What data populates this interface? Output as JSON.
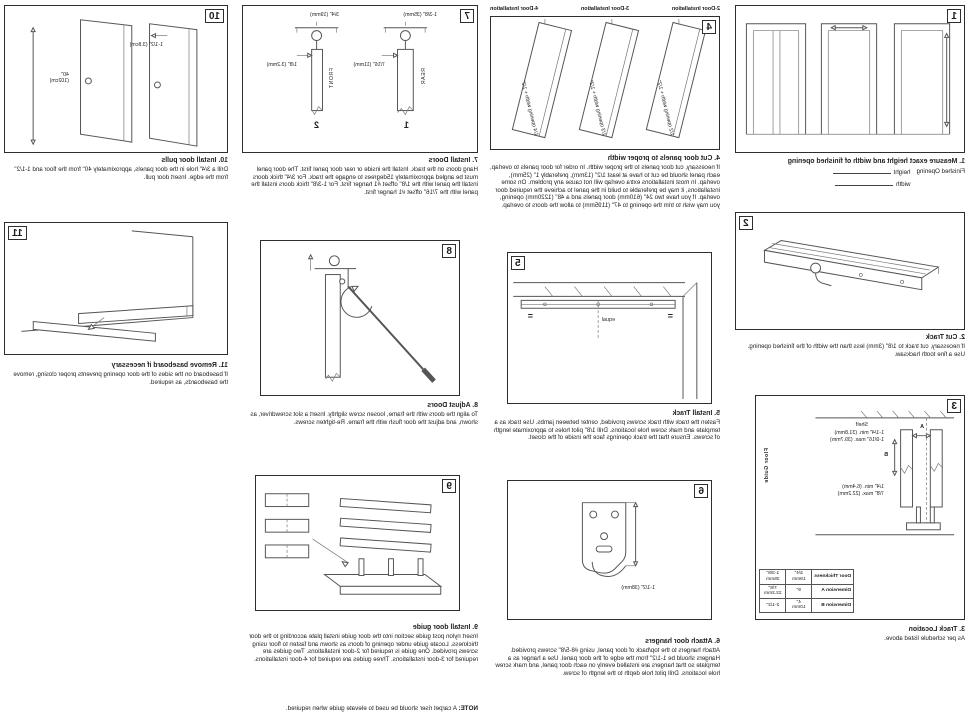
{
  "steps": [
    {
      "num": "1",
      "heading": "1. Measure exact height and width of finished opening",
      "label": "Finished Opening",
      "field1": "height",
      "field2": "width"
    },
    {
      "num": "2",
      "heading": "2. Cut Track",
      "body": "If necessary, cut track to 1/8\" (3mm) less than the width of the finished opening. Use a fine tooth hacksaw."
    },
    {
      "num": "3",
      "heading": "3. Track Location",
      "body": "As per schedule listed above."
    },
    {
      "num": "4",
      "heading": "4. Cut door panels to proper width",
      "body": "If necessary, cut door panels to the proper width. In order for door panels to overlap, each panel should be cut to have at least 1/2\" (13mm), preferably 1\" (25mm), overlap. In most installations extra overlap will not cause any problem. On some installations, it may be preferable to build in the panel to achieve the required door overlap. If you have two 24\" (610mm) door panels and a 48\" (1220mm) opening, you may wish to trim the opening to 47\" (1195mm) to allow the doors to overlap."
    },
    {
      "num": "5",
      "heading": "5. Install Track",
      "body": "Fasten the track with track screws provided, center between jambs. Use track as a template and mark screw hole locations. Drill 1/8\" pilot holes to approximate length of screws. Ensure that the track openings face the inside of the closet."
    },
    {
      "num": "6",
      "heading": "6. Attach door hangers",
      "body": "Attach hangers to the top/back of door panel, using #8-5/8\" screws provided. Hangers should be 1-1/2\" from the edge of the door panel. Use a hanger as a template so that hangers are installed evenly on each door panel, and mark screw hole locations. Drill pilot hole depth to the length of screw."
    },
    {
      "num": "7",
      "heading": "7. Install Doors",
      "body": "Hang doors on the track. Install the inside or rear door panel first. The door panel must be angled approximately 15degrees to engage the track. For 3/4\" thick doors install the panel with the 1/8\" offset #1 hanger first. For 1-3/8\" thick doors install the panel with the 7/16\" offset #1 hanger first."
    },
    {
      "num": "8",
      "heading": "8. Adjust Doors",
      "body": "To align the doors with the frame, loosen screw slightly. Insert a slot screwdriver, as shown, and adjust the door flush with the frame. Re-tighten screws."
    },
    {
      "num": "9",
      "heading": "9. Install door guide",
      "body": "Insert nylon post guide section into the door guide install plate according to the door thickness. Locate guide under opening of doors as shown and fasten to floor using screws provided. One guide is required for 2-door installations. Two guides are required for 3-door installations. Three guides are required for 4-door installations."
    },
    {
      "num": "10",
      "heading": "10. Install door pulls",
      "body": "Drill a 3/4\" hole in the door panels, approximately 40\" from the floor and 1-1/2\" from the edge. Insert door pull."
    },
    {
      "num": "11",
      "heading": "11. Remove baseboard if necessary",
      "body": "If baseboard on the sides of the door opening prevents proper closing, remove the baseboards, as required."
    }
  ],
  "note": {
    "label": "NOTE:",
    "text": "A carpet riser should be used to elevate guide when required."
  },
  "diagram3": {
    "shelf": "Shelf",
    "floor_guide": "Floor Guide",
    "a": "A",
    "b": "B",
    "dim_top1": "1-1/4\" min. (31.8mm)",
    "dim_top2": "1-9/16\" max. (39.7mm)",
    "dim_mid1": "1/4\" min. (6.4mm)",
    "dim_mid2": "7/8\" max. (22.2mm)",
    "table": {
      "rows": [
        [
          "Door Thickness",
          "3/4\"\n19mm",
          "1-3/8\"\n35mm"
        ],
        [
          "Dimension A",
          "9\"",
          "7/8\"\n22.2mm"
        ],
        [
          "Dimension B",
          "4\"\n10mm",
          "2-1/2\""
        ]
      ]
    }
  },
  "diagram4": {
    "headers": [
      "2-Door Installation",
      "3-Door Installation",
      "4-Door Installation"
    ],
    "panel_labels": [
      "1/2 opening width + 1/2\"",
      "1/3 opening width + 1/2\"",
      "1/4 opening width + 1/2\""
    ]
  },
  "diagram5": {
    "equal_sign_left": "=",
    "equal_word": "equal",
    "equal_sign_right": "="
  },
  "diagram6": {
    "dim": "1-1/2\" (38mm)"
  },
  "diagram7": {
    "left_thickness": "1-3/8\" (35mm)",
    "right_thickness": "3/4\" (19mm)",
    "left_offset": "7/16\" (11mm)",
    "right_offset": "1/8\" (3.2mm)",
    "left_word": "REAR",
    "right_word": "FRONT",
    "left_num": "1",
    "right_num": "2"
  },
  "diagram10": {
    "dim_height": "40\"\n(102cm)",
    "dim_edge": "1-1/2\" (3.8cm)"
  }
}
